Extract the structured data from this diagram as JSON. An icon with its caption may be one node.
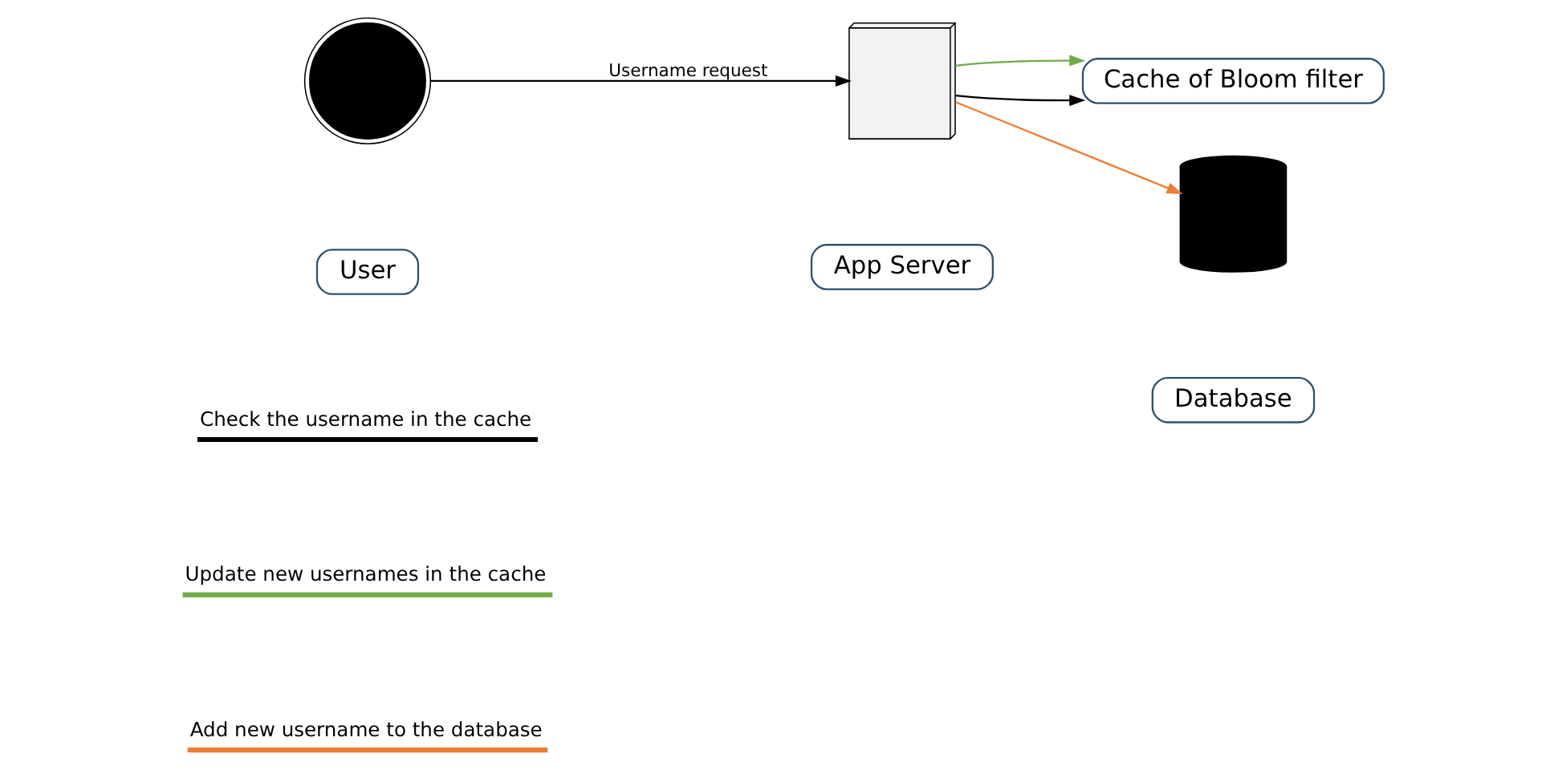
{
  "diagram": {
    "nodes": [
      {
        "text": [],
        "shape": "person"
      },
      {
        "text": [
          "User"
        ]
      },
      {
        "text": [],
        "shape": "box"
      },
      {
        "text": [
          "App Server"
        ]
      },
      {
        "text": [
          "Cache of Bloom filter"
        ]
      },
      {
        "text": [],
        "shape": "cylinder"
      },
      {
        "text": [
          "Database"
        ]
      }
    ],
    "edges": [
      {
        "from": 0,
        "to": 2,
        "arrow": "to",
        "label": "Username request"
      },
      {
        "from": 2,
        "to": 4,
        "arrow": "to"
      },
      {
        "from": 2,
        "to": 4,
        "arrow": "to",
        "color": "#70ad47"
      },
      {
        "from": 2,
        "to": 5,
        "arrow": "to",
        "color": "#ed7d31"
      }
    ],
    "legend": [
      {
        "text": "Check the username in the cache"
      },
      {
        "text": "Update new usernames in the cache"
      },
      {
        "text": "Add new username to the database"
      }
    ]
  }
}
